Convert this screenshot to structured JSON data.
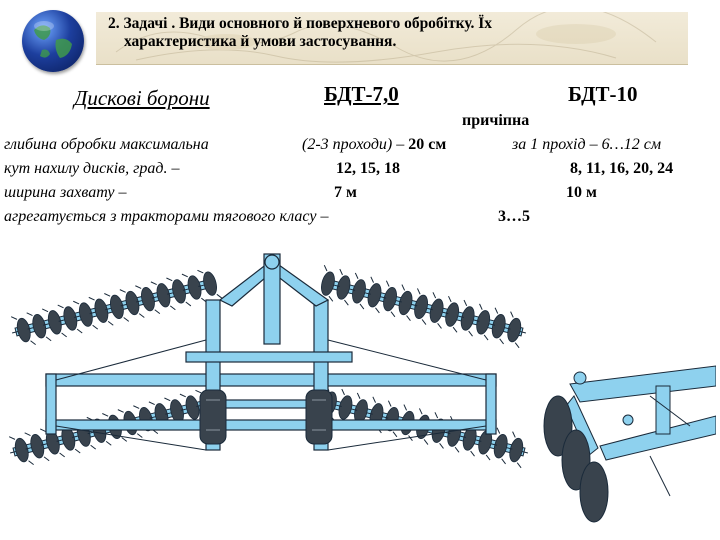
{
  "slide": {
    "title_line1": "2. Задачі . Види основного й поверхневого обробітку. Їх",
    "title_line2": "характеристика й умови застосування."
  },
  "section": {
    "heading": "Дискові борони"
  },
  "models": {
    "m1": "БДТ-7,0",
    "m2": "БДТ-10",
    "m2_type": "причіпна"
  },
  "specs": {
    "depth_label": "глибина обробки максимальна",
    "depth_m1": "(2-3 проходи) – 20 см",
    "depth_m2": "за 1 прохід – 6…12 см",
    "angle_label": "кут нахилу дисків, град. –",
    "angle_m1": "12, 15, 18",
    "angle_m2": "8, 11, 16, 20, 24",
    "width_label": "ширина захвату –",
    "width_m1": "7 м",
    "width_m2": "10 м",
    "tractor_label": "агрегатується з тракторами тягового класу –",
    "tractor_value": "3…5"
  },
  "figures": {
    "main": "harrow-drawing",
    "detail": "hitch-detail-drawing"
  },
  "colors": {
    "frame": "#8ed1ee",
    "outline": "#1a2a3a",
    "disc": "#39434d",
    "header": "#ece4cf"
  }
}
